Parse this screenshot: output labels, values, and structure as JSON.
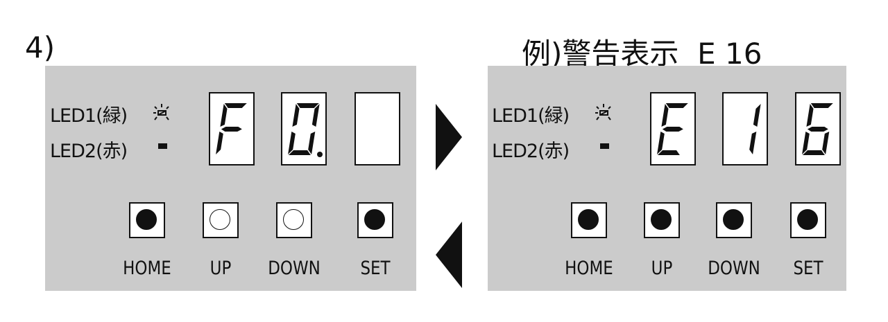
{
  "step_label": "4)",
  "example_title": "例)警告表示  E 16",
  "left_panel": {
    "led1": "LED1(緑)",
    "led2": "LED2(赤)",
    "led1_state": "blinking",
    "led2_state": "on",
    "display": [
      "F",
      "0.",
      ""
    ],
    "buttons": [
      {
        "label": "HOME",
        "lit": true
      },
      {
        "label": "UP",
        "lit": false
      },
      {
        "label": "DOWN",
        "lit": false
      },
      {
        "label": "SET",
        "lit": true
      }
    ]
  },
  "right_panel": {
    "led1": "LED1(緑)",
    "led2": "LED2(赤)",
    "led1_state": "blinking",
    "led2_state": "on",
    "display": [
      "E",
      "1",
      "6"
    ],
    "buttons": [
      {
        "label": "HOME",
        "lit": true
      },
      {
        "label": "UP",
        "lit": true
      },
      {
        "label": "DOWN",
        "lit": true
      },
      {
        "label": "SET",
        "lit": true
      }
    ]
  },
  "colors": {
    "panel": "#cbcbcb",
    "ink": "#111111"
  }
}
